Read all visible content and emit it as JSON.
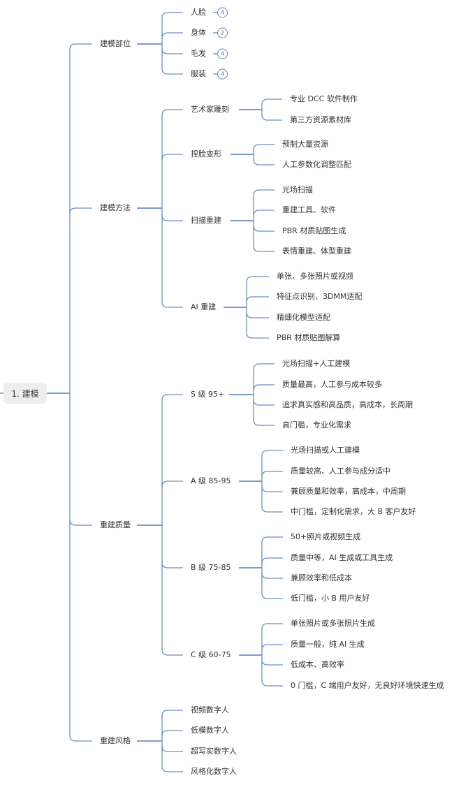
{
  "colors": {
    "line": "#6f8dbf",
    "root_bg": "#eeeeef",
    "text": "#333333"
  },
  "root": {
    "label": "1. 建模"
  },
  "branches": [
    {
      "label": "建模部位",
      "children": [
        {
          "label": "人脸",
          "badge": "4"
        },
        {
          "label": "身体",
          "badge": "2"
        },
        {
          "label": "毛发",
          "badge": "4"
        },
        {
          "label": "服装",
          "badge": "4"
        }
      ]
    },
    {
      "label": "建模方法",
      "children": [
        {
          "label": "艺术家雕刻",
          "children": [
            "专业 DCC 软件制作",
            "第三方资源素材库"
          ]
        },
        {
          "label": "捏脸变形",
          "children": [
            "预制大量资源",
            "人工参数化调整匹配"
          ]
        },
        {
          "label": "扫描重建",
          "children": [
            "光场扫描",
            "重建工具、软件",
            "PBR 材质贴图生成",
            "表情重建、体型重建"
          ]
        },
        {
          "label": "AI 重建",
          "children": [
            "单张、多张照片或视频",
            "特征点识别、3DMM适配",
            "精细化模型适配",
            "PBR 材质贴图解算"
          ]
        }
      ]
    },
    {
      "label": "重建质量",
      "children": [
        {
          "label": "S 级 95+",
          "children": [
            "光场扫描+人工建模",
            "质量最高，人工参与成本较多",
            "追求真实感和高品质，高成本，长周期",
            "高门槛，专业化需求"
          ]
        },
        {
          "label": "A 级 85-95",
          "children": [
            "光场扫描或人工建模",
            "质量较高、人工参与成分适中",
            "兼顾质量和效率，高成本，中周期",
            "中门槛，定制化需求，大 B 客户友好"
          ]
        },
        {
          "label": "B 级 75-85",
          "children": [
            "50+照片或视频生成",
            "质量中等，AI 生成或工具生成",
            "兼顾效率和低成本",
            "低门槛，小 B 用户友好"
          ]
        },
        {
          "label": "C 级 60-75",
          "children": [
            "单张照片或多张照片生成",
            " 质量一般，纯 AI 生成",
            "低成本、高效率",
            "0 门槛，C 端用户友好，无良好环境快速生成"
          ]
        }
      ]
    },
    {
      "label": "重建风格",
      "children": [
        {
          "label": "视频数字人"
        },
        {
          "label": "低模数字人"
        },
        {
          "label": "超写实数字人"
        },
        {
          "label": "风格化数字人"
        }
      ]
    }
  ]
}
